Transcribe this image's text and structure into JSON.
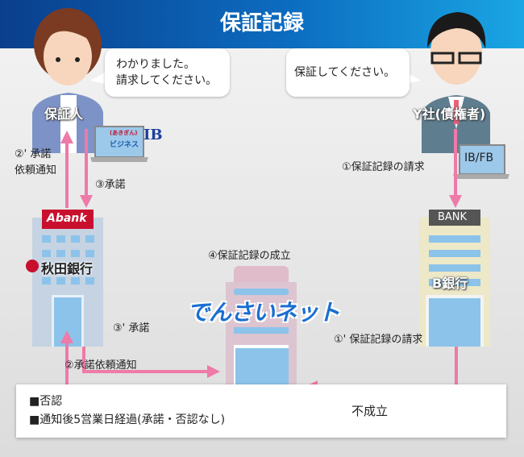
{
  "title": "保証記録",
  "guarantor": {
    "label": "保証人",
    "speech_line1": "わかりました。",
    "speech_line2": "請求してください。"
  },
  "creditor": {
    "label": "Y社(債権者)",
    "speech": "保証してください。"
  },
  "left_laptop": {
    "brand_small": "(あきぎん)",
    "brand_main": "ビジネス",
    "brand_ib": "IB"
  },
  "right_laptop": {
    "label": "IB/FB"
  },
  "steps": {
    "s2p_line1": "②' 承諾",
    "s2p_line2": "依頼通知",
    "s3": "③承諾",
    "s1": "①保証記録の請求",
    "s4": "④保証記録の成立",
    "s3p": "③' 承諾",
    "s2": "②承諾依頼通知",
    "s1p": "①' 保証記録の請求"
  },
  "abank": {
    "sign": "Abank",
    "name": "秋田銀行"
  },
  "bbank": {
    "sign": "BANK",
    "name": "B銀行"
  },
  "densai": {
    "name": "でんさいネット"
  },
  "note": {
    "line1": "■否認",
    "line2": "■通知後5営業日経過(承諾・否認なし)",
    "result": "不成立"
  },
  "colors": {
    "arrow": "#ee7aa8",
    "header": "#0c6cc0"
  }
}
